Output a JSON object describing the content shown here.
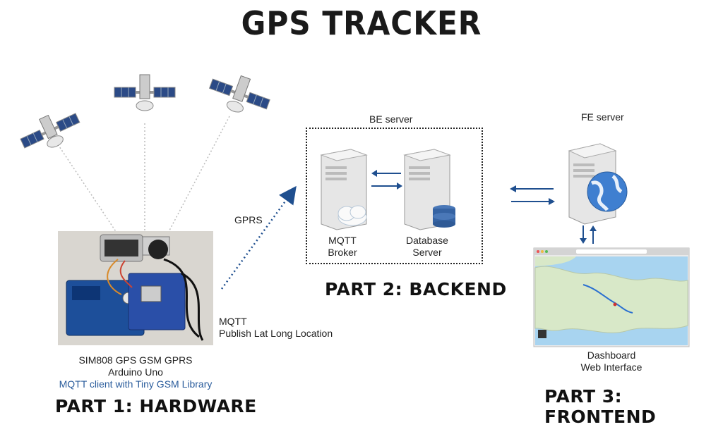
{
  "title": "GPS TRACKER",
  "hardware": {
    "part_label": "PART 1: HARDWARE",
    "line1": "SIM808 GPS GSM GPRS",
    "line2": "Arduino Uno",
    "line3": "MQTT client with Tiny GSM Library"
  },
  "link": {
    "gprs": "GPRS",
    "mqtt": "MQTT",
    "publish": "Publish Lat Long Location"
  },
  "backend": {
    "server_label": "BE server",
    "mqtt_line1": "MQTT",
    "mqtt_line2": "Broker",
    "db_line1": "Database",
    "db_line2": "Server",
    "part_label": "PART 2: BACKEND"
  },
  "frontend": {
    "server_label": "FE server",
    "dash_line1": "Dashboard",
    "dash_line2": "Web Interface",
    "part_label": "PART 3: FRONTEND"
  },
  "colors": {
    "accent_blue": "#2a5c9c",
    "link_blue": "#1f4f8f"
  }
}
